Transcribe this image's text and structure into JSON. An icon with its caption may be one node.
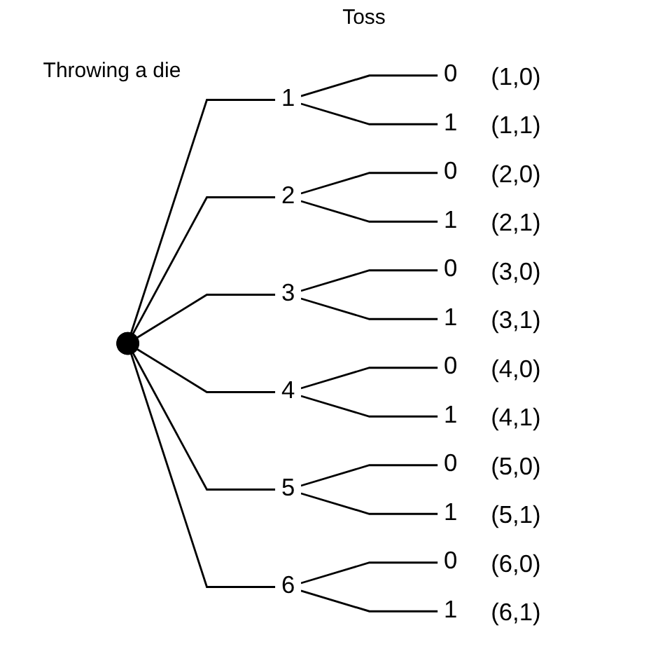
{
  "diagram": {
    "nodes": [
      {
        "text": [],
        "shape": "dot"
      },
      {
        "text": [
          "1"
        ]
      },
      {
        "text": [
          "0"
        ],
        "beside": [
          "(1,0)"
        ]
      },
      {
        "text": [
          "1"
        ],
        "beside": [
          "(1,1)"
        ]
      },
      {
        "text": [
          "2"
        ]
      },
      {
        "text": [
          "0"
        ],
        "beside": [
          "(2,0)"
        ]
      },
      {
        "text": [
          "1"
        ],
        "beside": [
          "(2,1)"
        ]
      },
      {
        "text": [
          "3"
        ]
      },
      {
        "text": [
          "0"
        ],
        "beside": [
          "(3,0)"
        ]
      },
      {
        "text": [
          "1"
        ],
        "beside": [
          "(3,1)"
        ]
      },
      {
        "text": [
          "4"
        ]
      },
      {
        "text": [
          "0"
        ],
        "beside": [
          "(4,0)"
        ]
      },
      {
        "text": [
          "1"
        ],
        "beside": [
          "(4,1)"
        ]
      },
      {
        "text": [
          "5"
        ]
      },
      {
        "text": [
          "0"
        ],
        "beside": [
          "(5,0)"
        ]
      },
      {
        "text": [
          "1"
        ],
        "beside": [
          "(5,1)"
        ]
      },
      {
        "text": [
          "6"
        ]
      },
      {
        "text": [
          "0"
        ],
        "beside": [
          "(6,0)"
        ]
      },
      {
        "text": [
          "1"
        ],
        "beside": [
          "(6,1)"
        ]
      }
    ],
    "edges": [
      {
        "from": 0,
        "to": 1,
        "arrow": "none"
      },
      {
        "from": 1,
        "to": 2,
        "arrow": "none"
      },
      {
        "from": 1,
        "to": 3,
        "arrow": "none"
      },
      {
        "from": 0,
        "to": 4,
        "arrow": "none"
      },
      {
        "from": 4,
        "to": 5,
        "arrow": "none"
      },
      {
        "from": 4,
        "to": 6,
        "arrow": "none"
      },
      {
        "from": 0,
        "to": 7,
        "arrow": "none"
      },
      {
        "from": 7,
        "to": 8,
        "arrow": "none"
      },
      {
        "from": 7,
        "to": 9,
        "arrow": "none"
      },
      {
        "from": 0,
        "to": 10,
        "arrow": "none"
      },
      {
        "from": 10,
        "to": 11,
        "arrow": "none"
      },
      {
        "from": 10,
        "to": 12,
        "arrow": "none"
      },
      {
        "from": 0,
        "to": 13,
        "arrow": "none"
      },
      {
        "from": 13,
        "to": 14,
        "arrow": "none"
      },
      {
        "from": 13,
        "to": 15,
        "arrow": "none"
      },
      {
        "from": 0,
        "to": 16,
        "arrow": "none"
      },
      {
        "from": 16,
        "to": 17,
        "arrow": "none"
      },
      {
        "from": 16,
        "to": 18,
        "arrow": "none"
      }
    ],
    "labels": [
      "Toss",
      "Throwing a die"
    ]
  }
}
